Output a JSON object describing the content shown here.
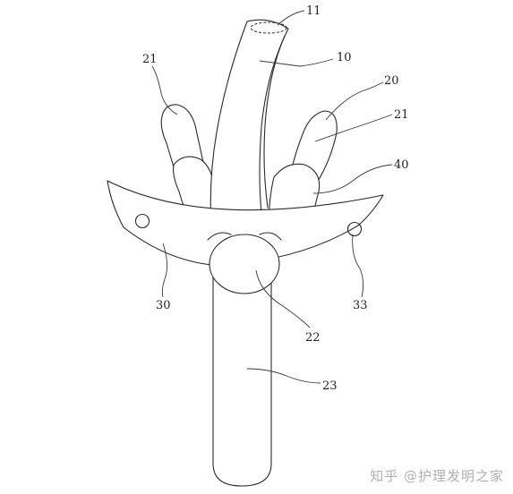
{
  "figure": {
    "labels": {
      "l11": "11",
      "l10": "10",
      "l21a": "21",
      "l20": "20",
      "l21b": "21",
      "l40": "40",
      "l30": "30",
      "l33": "33",
      "l22": "22",
      "l23": "23"
    }
  },
  "watermark": {
    "text": "知乎 @护理发明之家"
  }
}
